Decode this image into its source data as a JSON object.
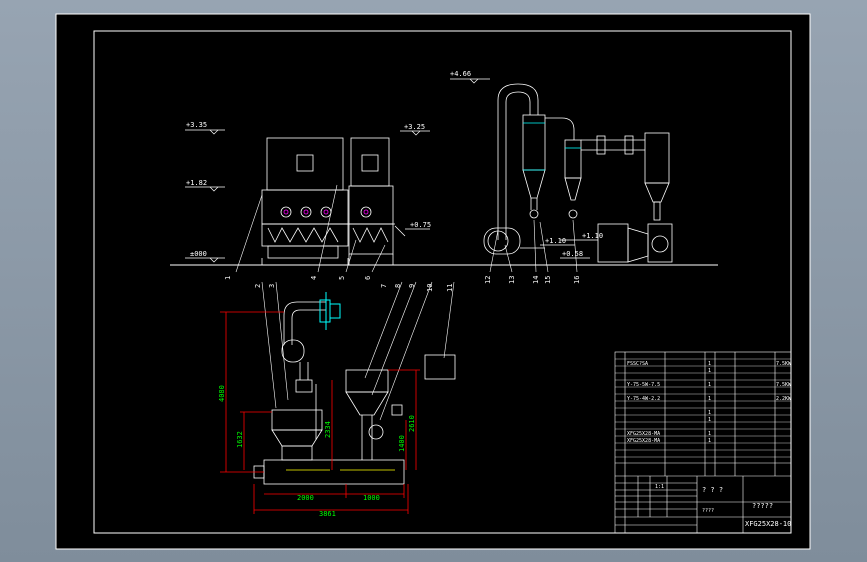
{
  "elevations": {
    "e335": "+3.35",
    "e182": "+1.82",
    "e000": "±000",
    "e325": "+3.25",
    "e075": "+0.75",
    "e466": "+4.66",
    "e110a": "+1.10",
    "e110b": "+1.10",
    "e058": "+0.58"
  },
  "part_numbers": [
    "1",
    "2",
    "3",
    "4",
    "5",
    "6",
    "7",
    "8",
    "9",
    "10",
    "11",
    "12",
    "13",
    "14",
    "15",
    "16"
  ],
  "dimensions": {
    "d4080": "4080",
    "d1632": "1632",
    "d2334": "2334",
    "d1400": "1400",
    "d2610": "2610",
    "d2000": "2000",
    "d1000": "1000",
    "d3861": "3861"
  },
  "title_block": {
    "drawing_no": "XFG25X28-10",
    "marks_a": "? ? ?",
    "marks_b": "?????",
    "small": "????",
    "scale_row": "1:1",
    "rows": [
      {
        "name": "FSSC?SA",
        "qty": "1",
        "mat": "",
        "note": "7.5KW"
      },
      {
        "name": "",
        "qty": "1",
        "mat": "",
        "note": ""
      },
      {
        "name": "Y-75-5W-7.5",
        "qty": "1",
        "mat": "",
        "note": "7.5KW"
      },
      {
        "name": "Y-75-4W-2.2",
        "qty": "1",
        "mat": "",
        "note": "2.2KW"
      },
      {
        "name": "",
        "qty": "1",
        "mat": "",
        "note": ""
      },
      {
        "name": "",
        "qty": "1",
        "mat": "",
        "note": ""
      },
      {
        "name": "XFG25X28-MA",
        "qty": "1",
        "mat": "",
        "note": ""
      },
      {
        "name": "XFG25X28-MA",
        "qty": "1",
        "mat": "",
        "note": ""
      }
    ]
  },
  "colors": {
    "paper": "#000000",
    "line": "#ffffff",
    "dimension": "#ff0000",
    "dim_text": "#00ff00",
    "accent_cyan": "#00ffff",
    "accent_magenta": "#ff00ff",
    "accent_yellow": "#ffff00"
  }
}
